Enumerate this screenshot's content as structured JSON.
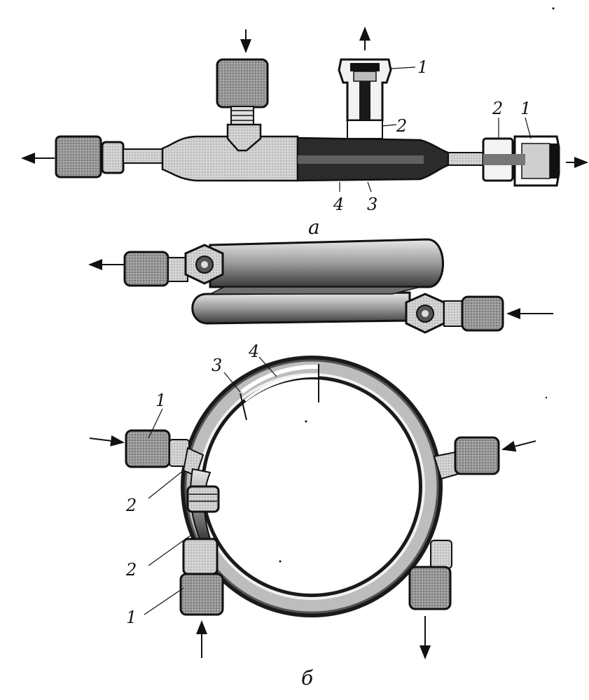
{
  "figure": {
    "panel_a": {
      "caption": "а",
      "callouts": {
        "top_fitting_1": "1",
        "top_fitting_2": "2",
        "end_fitting_2": "2",
        "end_fitting_1": "1",
        "body_4": "4",
        "body_3": "3"
      }
    },
    "panel_b": {
      "caption": "б",
      "callouts": {
        "layer_3": "3",
        "layer_4": "4",
        "left_upper_1": "1",
        "left_upper_2": "2",
        "left_lower_2": "2",
        "left_lower_1": "1"
      }
    },
    "colors": {
      "ink": "#111111",
      "dark_fill": "#2b2b2b",
      "mid_fill": "#8a8a8a",
      "light_fill": "#d9d9d9",
      "paper": "#ffffff"
    }
  }
}
